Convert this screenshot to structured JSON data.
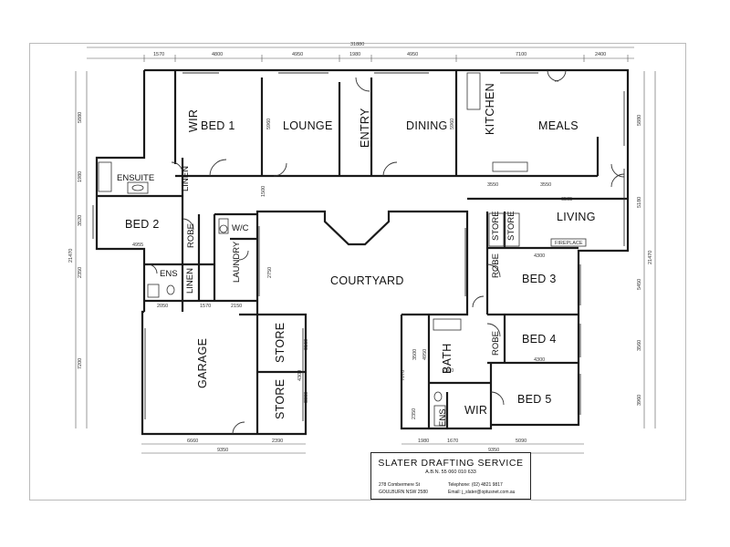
{
  "rooms": {
    "bed1": "BED 1",
    "wir1": "WIR",
    "lounge": "LOUNGE",
    "entry": "ENTRY",
    "dining": "DINING",
    "kitchen": "KITCHEN",
    "meals": "MEALS",
    "ensuite": "ENSUITE",
    "bed2": "BED 2",
    "robe2": "ROBE",
    "linen1": "LINEN",
    "wc": "W/C",
    "laundry": "LAUNDRY",
    "ens2": "ENS",
    "linen2": "LINEN",
    "courtyard": "COURTYARD",
    "store1": "STORE",
    "store2": "STORE",
    "living": "LIVING",
    "fireplace": "FIREPLACE",
    "bed3": "BED 3",
    "robe3": "ROBE",
    "bed4": "BED 4",
    "robe4": "ROBE",
    "bath": "BATH",
    "bed5": "BED 5",
    "wir5": "WIR",
    "ens5": "ENS",
    "garage": "GARAGE",
    "store3": "STORE",
    "store4": "STORE"
  },
  "dimensions": {
    "overall": "31880",
    "top": [
      "1570",
      "4800",
      "4950",
      "1980",
      "4950",
      "7100",
      "2400"
    ],
    "left": [
      "5880",
      "1980",
      "3520",
      "21470",
      "2350",
      "7200"
    ],
    "right": [
      "5880",
      "5180",
      "21470",
      "5450",
      "3560",
      "3960"
    ],
    "bottom_left": [
      "6660",
      "2390",
      "9350"
    ],
    "bottom_right": [
      "1980",
      "1670",
      "5090",
      "9350"
    ],
    "inner": [
      "4955",
      "2050",
      "1570",
      "2150",
      "3550",
      "3550",
      "6505",
      "4300",
      "4300",
      "2750",
      "3150",
      "3380",
      "5960",
      "5960",
      "1500",
      "2300",
      "2350",
      "3500",
      "4950",
      "7070",
      "4300"
    ]
  },
  "title_block": {
    "company": "SLATER DRAFTING SERVICE",
    "abn": "A.B.N. 55 060 010 633",
    "address1": "278 Combermere St",
    "address2": "GOULBURN NSW 2580",
    "telephone": "Telephone: (02) 4821 9817",
    "email": "Email: j_slater@optusnet.com.au"
  }
}
